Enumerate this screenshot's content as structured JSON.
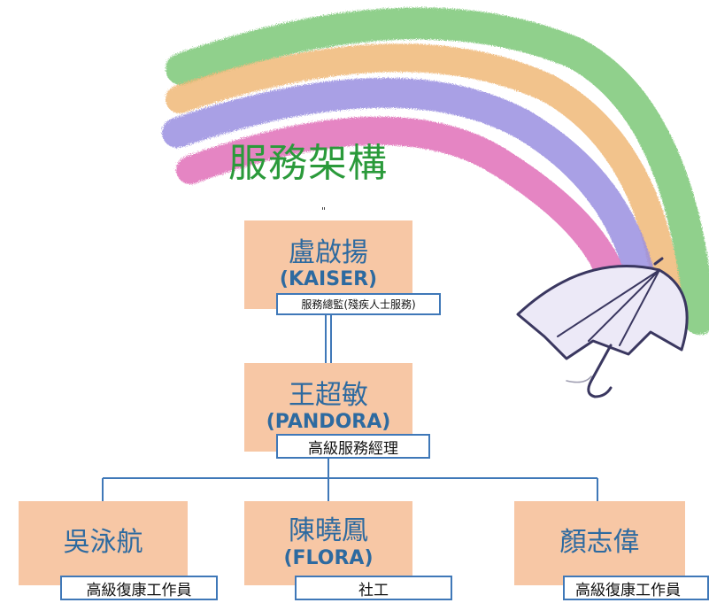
{
  "title": "服務架構",
  "tiny_mark": "\"",
  "colors": {
    "title_green": "#2a9a3a",
    "box_fill": "#f7c7a5",
    "name_blue": "#2d6aa0",
    "connector_blue": "#3f78b8",
    "rainbow": [
      "#e070b8",
      "#9a8fe0",
      "#f0b878",
      "#7cc878"
    ]
  },
  "org_chart": {
    "director": {
      "name_cn": "盧啟揚",
      "name_en": "(KAISER)",
      "role": "服務總監(殘疾人士服務)"
    },
    "manager": {
      "name_cn": "王超敏",
      "name_en": "(PANDORA)",
      "role": "高級服務經理"
    },
    "staff": [
      {
        "name_cn": "吳泳航",
        "name_en": "",
        "role": "高級復康工作員"
      },
      {
        "name_cn": "陳曉鳳",
        "name_en": "(FLORA)",
        "role": "社工"
      },
      {
        "name_cn": "顏志偉",
        "name_en": "",
        "role": "高級復康工作員"
      }
    ]
  },
  "decorations": [
    "rainbow",
    "umbrella-icon"
  ]
}
